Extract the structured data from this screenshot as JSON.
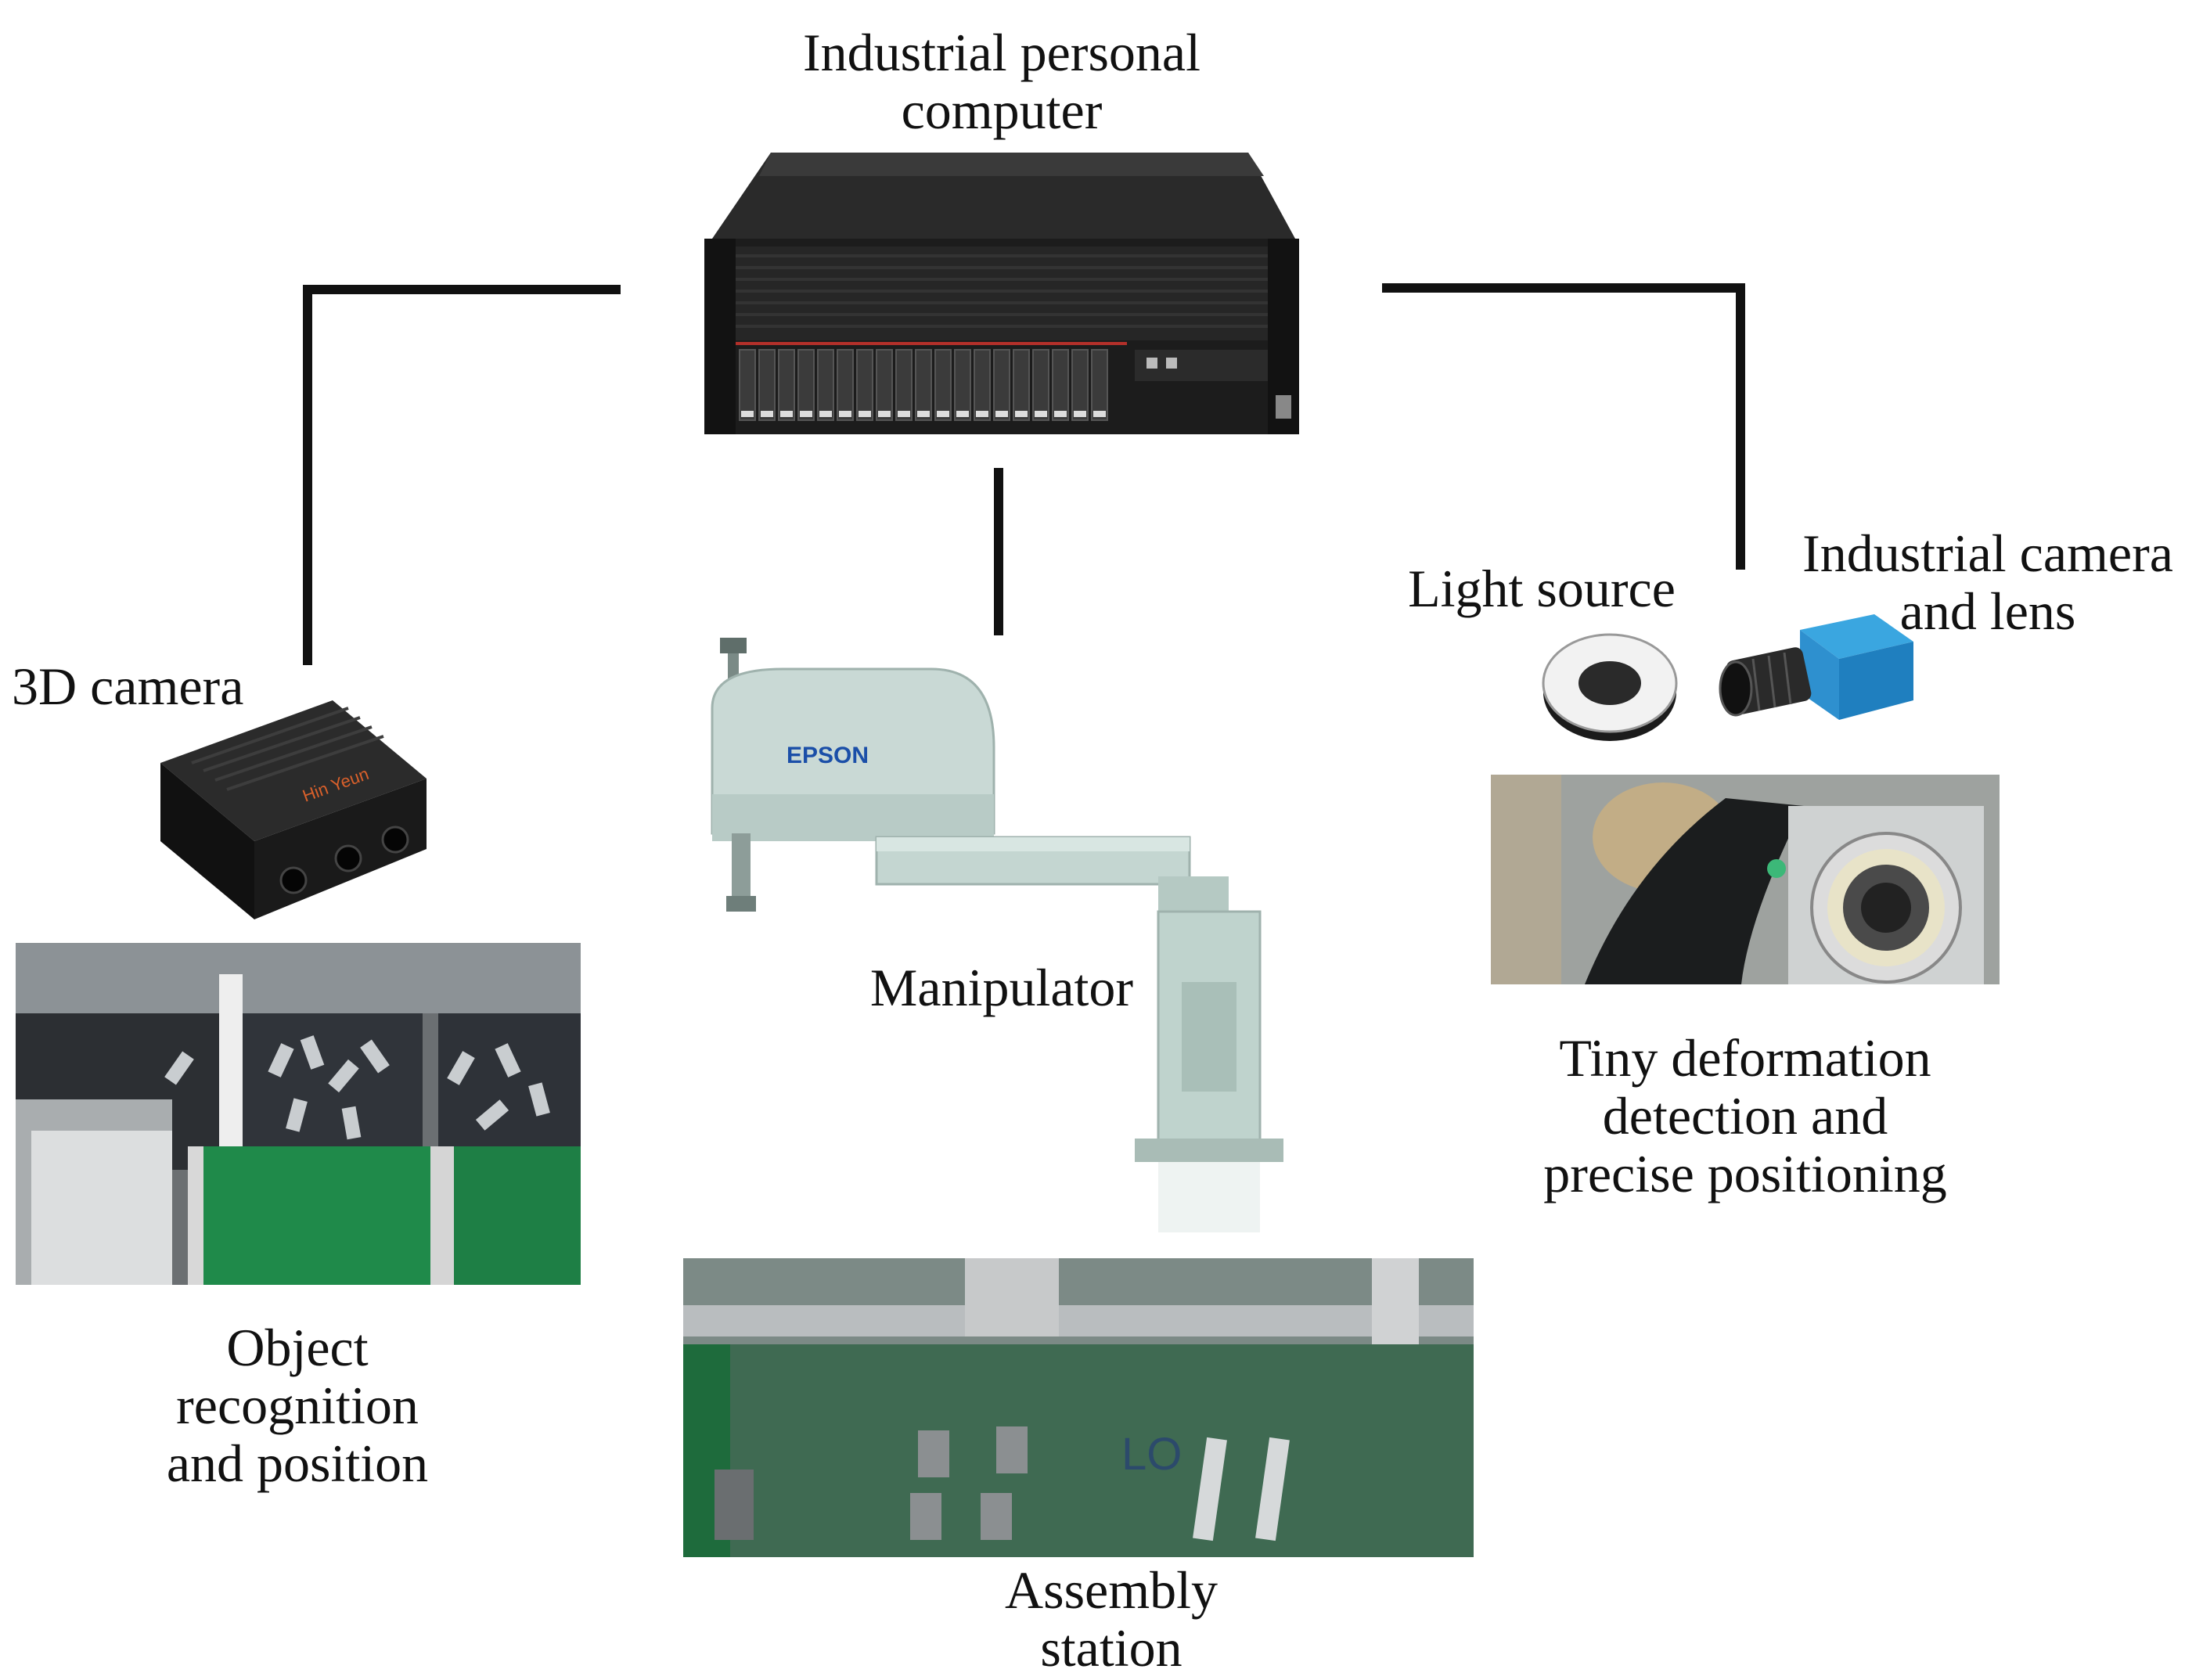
{
  "labels": {
    "ipc": "Industrial personal\ncomputer",
    "camera3d": "3D camera",
    "object_recognition": "Object\nrecognition\nand position",
    "manipulator": "Manipulator",
    "assembly_station": "Assembly\nstation",
    "light_source": "Light source",
    "industrial_camera": "Industrial camera\nand lens",
    "tiny_deformation": "Tiny deformation\ndetection and\nprecise positioning"
  },
  "device_text": {
    "robot_brand": "EPSON",
    "camera_brand": "Hin Yeun"
  }
}
